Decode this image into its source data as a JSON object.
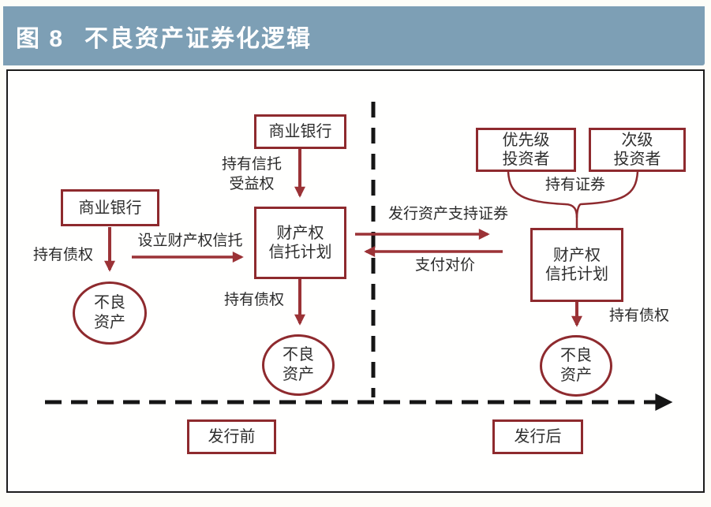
{
  "header": {
    "figure_label": "图 8",
    "title": "不良资产证券化逻辑"
  },
  "colors": {
    "header_bg": "#7d9fb5",
    "box_border": "#8e2a2e",
    "arrow": "#9b3236",
    "timeline": "#151515",
    "text": "#2e2e2e"
  },
  "diagram": {
    "left": {
      "bank_box": "商业银行",
      "hold_claims_label": "持有债权",
      "setup_trust_label": "设立财产权信托",
      "npa_line1": "不良",
      "npa_line2": "资产"
    },
    "middle": {
      "bank_box": "商业银行",
      "benefit_line1": "持有信托",
      "benefit_line2": "受益权",
      "trust_line1": "财产权",
      "trust_line2": "信托计划",
      "hold_claims_label": "持有债权",
      "npa_line1": "不良",
      "npa_line2": "资产"
    },
    "cross": {
      "issue_abs_label": "发行资产支持证券",
      "pay_label": "支付对价"
    },
    "right": {
      "senior_line1": "优先级",
      "senior_line2": "投资者",
      "junior_line1": "次级",
      "junior_line2": "投资者",
      "hold_securities_label": "持有证券",
      "trust_line1": "财产权",
      "trust_line2": "信托计划",
      "hold_claims_label": "持有债权",
      "npa_line1": "不良",
      "npa_line2": "资产"
    },
    "timeline": {
      "before_label": "发行前",
      "after_label": "发行后"
    }
  }
}
